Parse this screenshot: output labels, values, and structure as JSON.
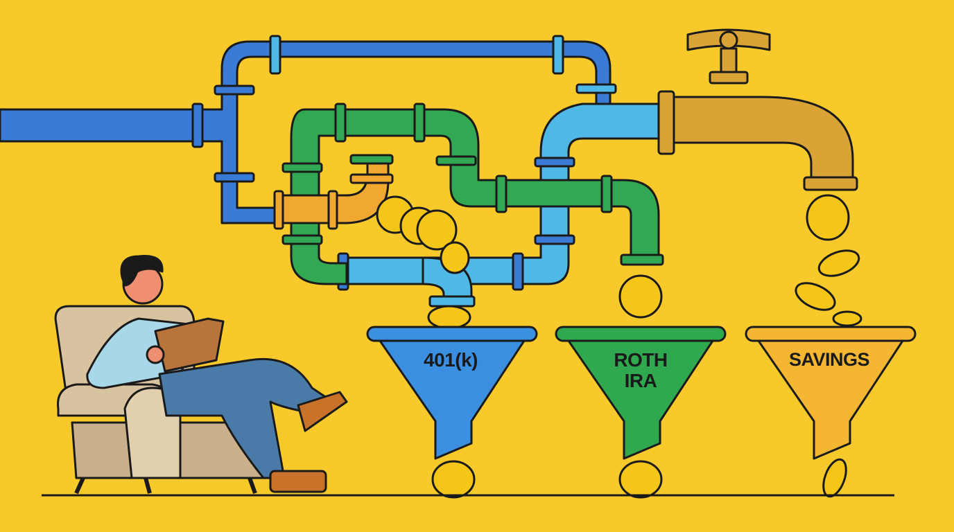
{
  "scene": {
    "description": "Illustration of a man relaxing in an armchair reading a book while a pipe system routes coins into three funnels",
    "background_color": "#F8C92A"
  },
  "funnels": [
    {
      "label": "401(k)",
      "color": "#3B8FE0"
    },
    {
      "label_line1": "ROTH",
      "label_line2": "IRA",
      "color": "#2FA84F"
    },
    {
      "label": "SAVINGS",
      "color": "#F5B731"
    }
  ],
  "colors": {
    "blue_pipe": "#3A7BD5",
    "light_blue_pipe": "#4FB8E6",
    "green_pipe": "#33A852",
    "faucet": "#D9A335",
    "coin": "#F5C518",
    "outline": "#1a1a1a"
  }
}
